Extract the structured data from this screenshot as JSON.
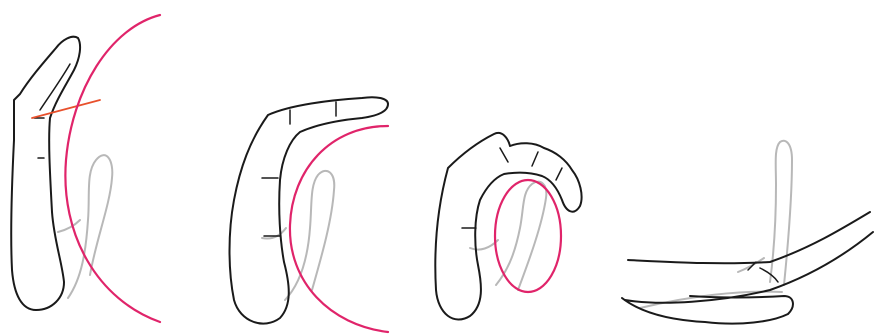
{
  "figure": {
    "panels": [
      {
        "id": "hand-open",
        "guide": "arc"
      },
      {
        "id": "hand-half-curl",
        "guide": "arc"
      },
      {
        "id": "hand-fist",
        "guide": "ellipse"
      },
      {
        "id": "hand-flat-side",
        "guide": "none"
      }
    ],
    "colors": {
      "outline": "#1a1a1a",
      "hidden_finger": "#b8b8b8",
      "guide": "#e0246a",
      "knuckle_line": "#e8502c",
      "background": "#ffffff"
    }
  }
}
